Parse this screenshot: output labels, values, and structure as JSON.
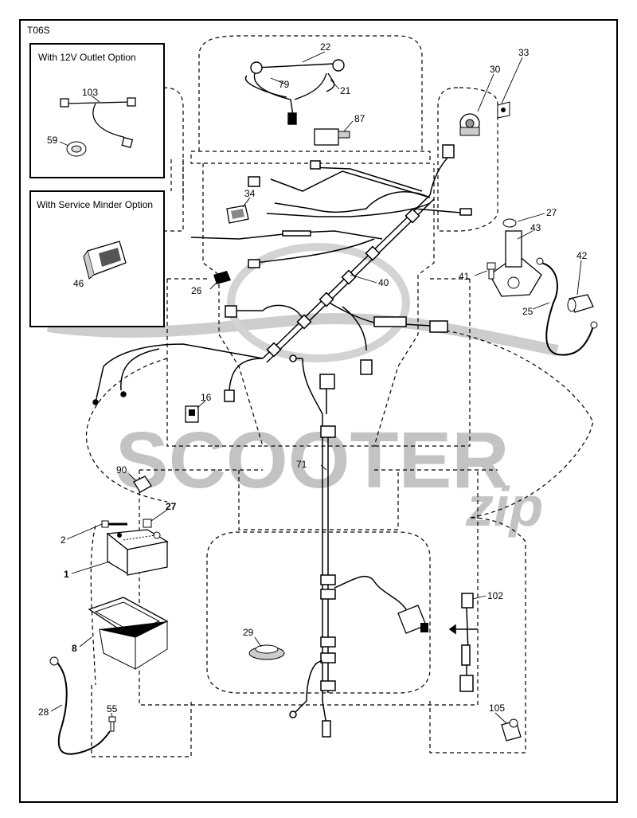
{
  "diagram": {
    "code": "T06S",
    "options": {
      "outlet_title": "With 12V Outlet Option",
      "minder_title": "With Service Minder Option"
    },
    "watermark": {
      "brand": "SCOOTER",
      "script": "zip"
    },
    "parts": {
      "p22": "22",
      "p79": "79",
      "p21": "21",
      "p87": "87",
      "p30": "30",
      "p33": "33",
      "p34": "34",
      "p27a": "27",
      "p43": "43",
      "p42": "42",
      "p41": "41",
      "p26": "26",
      "p40": "40",
      "p25": "25",
      "p103": "103",
      "p59": "59",
      "p46": "46",
      "p16": "16",
      "p90": "90",
      "p27b": "27",
      "p2": "2",
      "p1": "1",
      "p71": "71",
      "p102": "102",
      "p8": "8",
      "p29": "29",
      "p28": "28",
      "p55": "55",
      "p105": "105"
    }
  }
}
